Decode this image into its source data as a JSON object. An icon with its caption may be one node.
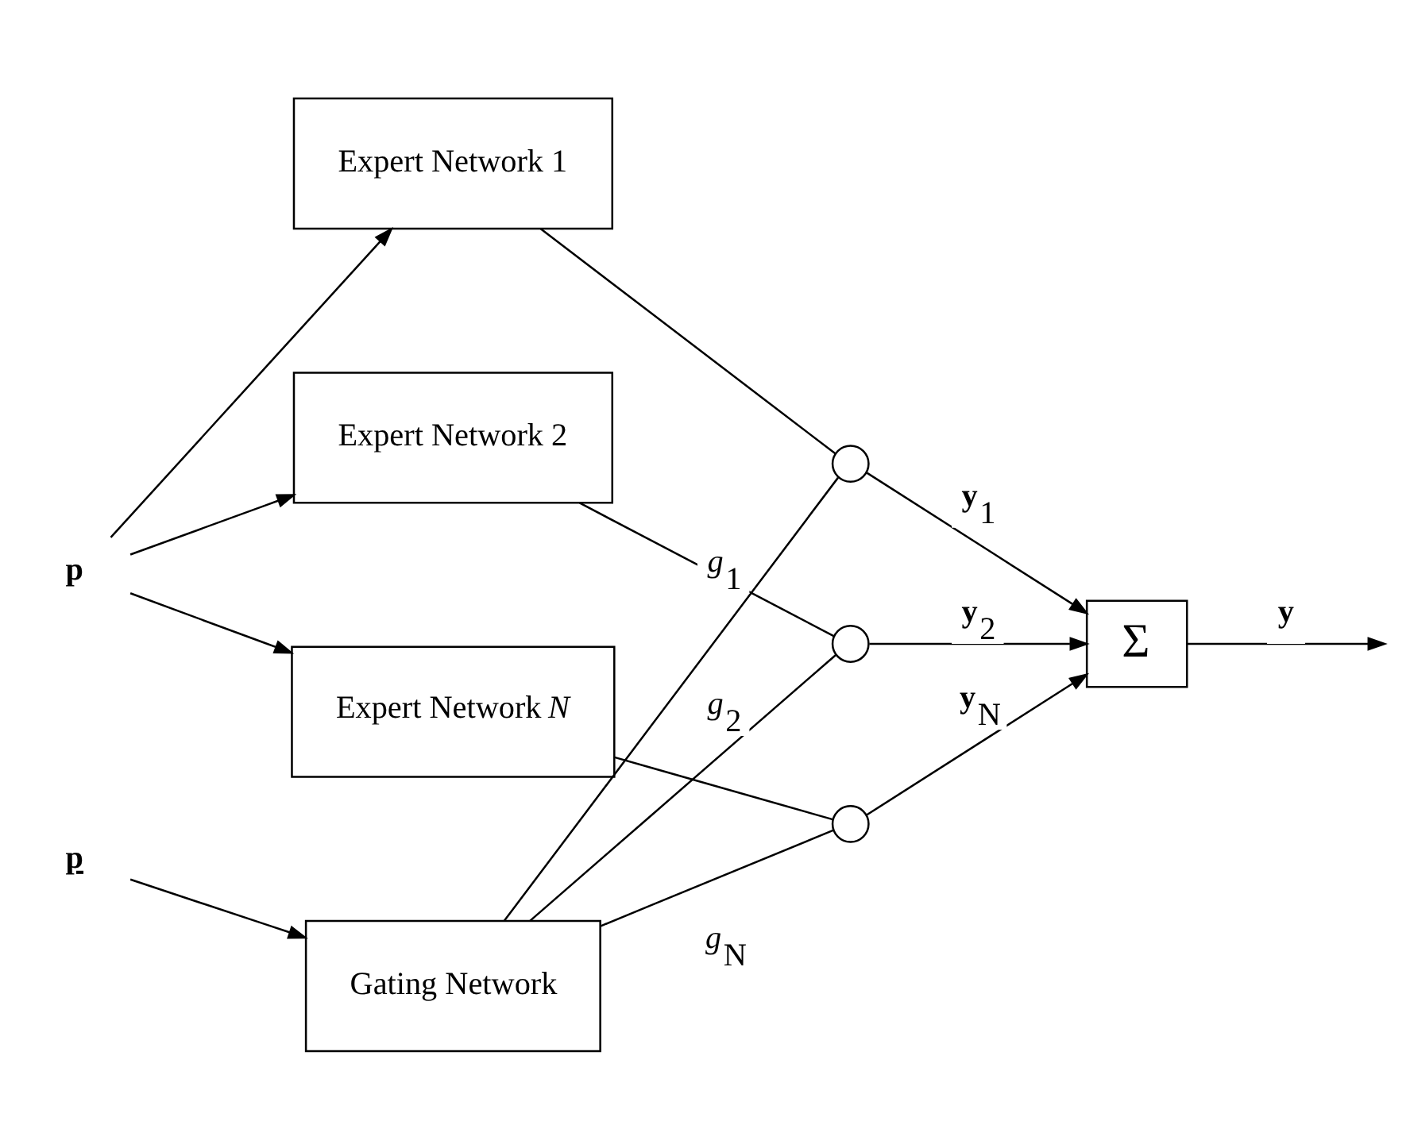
{
  "diagram": {
    "nodes": [
      {
        "text": [
          "**p**"
        ]
      },
      {
        "text": [
          "Expert Network 1"
        ]
      },
      {
        "text": [
          "Expert Network 2"
        ]
      },
      {
        "text": [
          "Expert Network *N*"
        ]
      },
      {
        "text": [
          "p"
        ]
      },
      {
        "text": [
          "Gating Network"
        ]
      },
      {
        "text": [],
        "shape": "circle"
      },
      {
        "text": [],
        "shape": "circle"
      },
      {
        "text": [],
        "shape": "circle"
      },
      {
        "text": [
          "Σ"
        ]
      }
    ],
    "edges": [
      {
        "from": 0,
        "to": 1,
        "arrow": "to"
      },
      {
        "from": 0,
        "to": 2,
        "arrow": "to"
      },
      {
        "from": 0,
        "to": 3,
        "arrow": "to"
      },
      {
        "from": 1,
        "to": 6,
        "arrow": "none"
      },
      {
        "from": 2,
        "to": 7,
        "arrow": "none"
      },
      {
        "from": 3,
        "to": 8,
        "arrow": "none"
      },
      {
        "from": 6,
        "to": 9,
        "arrow": "to",
        "label": "**y**$_{1}$"
      },
      {
        "from": 7,
        "to": 9,
        "arrow": "to",
        "label": "**y**$_{2}$"
      },
      {
        "from": 8,
        "to": 9,
        "arrow": "to",
        "label": "**y**$_{N}$"
      },
      {
        "from": 5,
        "to": 6,
        "arrow": "none",
        "label": "*g*$_{1}$"
      },
      {
        "from": 5,
        "to": 7,
        "arrow": "none",
        "label": "*g*$_{2}$"
      },
      {
        "from": 5,
        "to": 8,
        "arrow": "none",
        "label": "*g*$_{N}$"
      },
      {
        "from": 4,
        "to": 5,
        "arrow": "to"
      },
      {
        "from": 9,
        "to": null,
        "arrow": "to",
        "label": "**y**"
      }
    ]
  }
}
